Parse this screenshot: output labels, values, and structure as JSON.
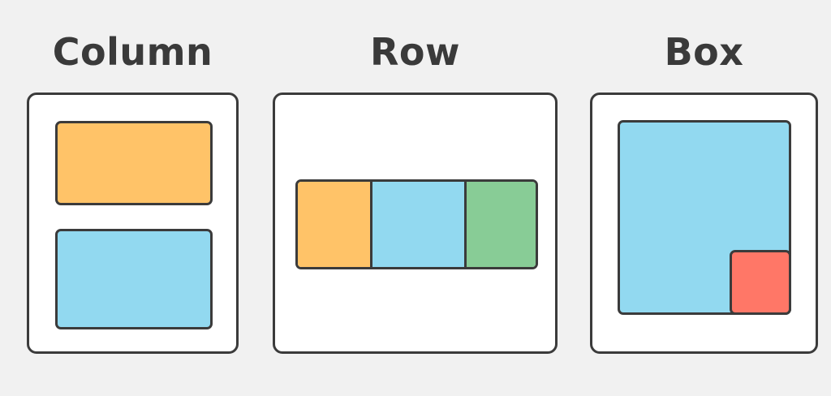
{
  "titles": {
    "column": "Column",
    "row": "Row",
    "box": "Box"
  },
  "colors": {
    "background": "#f1f1f1",
    "panel": "#ffffff",
    "outline": "#3b3b3b",
    "orange": "#ffc368",
    "blue": "#92d9f0",
    "green": "#88cc96",
    "red": "#ff7767",
    "text": "#3a3a3a"
  },
  "diagrams": {
    "column": {
      "children": [
        "orange",
        "blue"
      ]
    },
    "row": {
      "children": [
        "orange",
        "blue",
        "green"
      ],
      "weights": [
        1,
        1.3,
        1
      ]
    },
    "box": {
      "children": [
        "blue",
        "red"
      ]
    }
  }
}
